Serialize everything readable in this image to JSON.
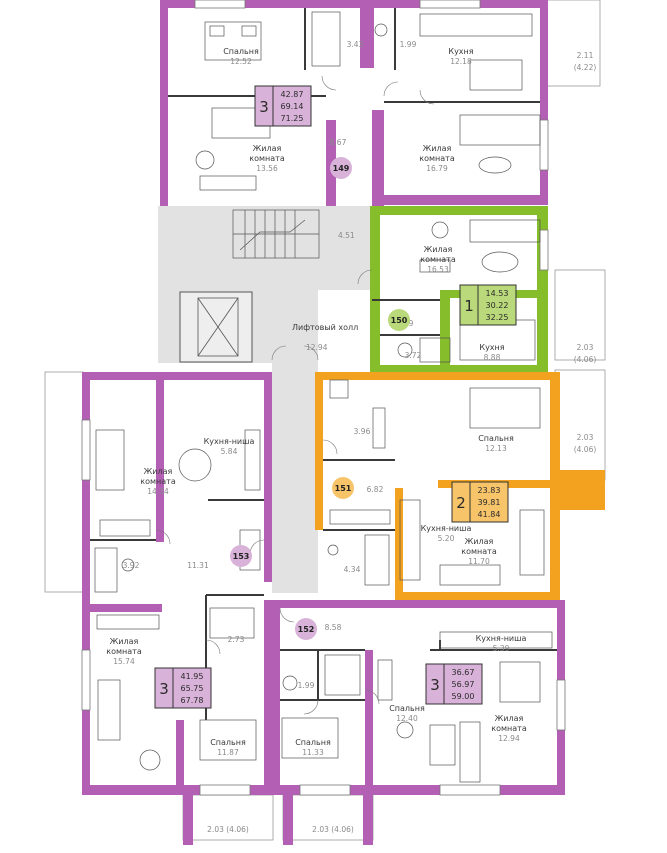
{
  "colors": {
    "apt_purple": "#b35fb4",
    "apt_green": "#86bd2a",
    "apt_orange": "#f2a21f",
    "common_gray": "#e2e2e2",
    "wall": "#3a3a3a",
    "apt_box_purple_fill": "#d8b2d8",
    "apt_box_green_fill": "#b9d97a",
    "apt_box_orange_fill": "#f7c46a"
  },
  "common": {
    "lift_hall_name": "Лифтовый холл",
    "lift_hall_area": "12.94",
    "stair_area": "4.51"
  },
  "apartments": [
    {
      "marker": "149",
      "rooms": "3",
      "areas": [
        "42.87",
        "69.14",
        "71.25"
      ],
      "spaces": [
        {
          "name": "Спальня",
          "area": "12.52"
        },
        {
          "name": "",
          "area": "3.43"
        },
        {
          "name": "",
          "area": "1.99"
        },
        {
          "name": "Кухня",
          "area": "12.18"
        },
        {
          "name": "",
          "area": "2.11"
        },
        {
          "name": "",
          "area": "(4.22)"
        },
        {
          "name": "",
          "area": "8.67"
        },
        {
          "name": "Жилая комната",
          "area": "13.56"
        },
        {
          "name": "Жилая комната",
          "area": "16.79"
        }
      ]
    },
    {
      "marker": "150",
      "rooms": "1",
      "areas": [
        "14.53",
        "30.22",
        "32.25"
      ],
      "spaces": [
        {
          "name": "Жилая комната",
          "area": "16.53"
        },
        {
          "name": "",
          "area": "3.09"
        },
        {
          "name": "",
          "area": "3.72"
        },
        {
          "name": "Кухня",
          "area": "8.88"
        },
        {
          "name": "",
          "area": "2.03"
        },
        {
          "name": "",
          "area": "(4.06)"
        }
      ]
    },
    {
      "marker": "151",
      "rooms": "2",
      "areas": [
        "23.83",
        "39.81",
        "41.84"
      ],
      "spaces": [
        {
          "name": "",
          "area": "3.96"
        },
        {
          "name": "Спальня",
          "area": "12.13"
        },
        {
          "name": "",
          "area": "2.03"
        },
        {
          "name": "",
          "area": "(4.06)"
        },
        {
          "name": "",
          "area": "6.82"
        },
        {
          "name": "Кухня-ниша",
          "area": "5.20"
        },
        {
          "name": "Жилая комната",
          "area": "11.70"
        },
        {
          "name": "",
          "area": "4.34"
        }
      ]
    },
    {
      "marker": "153",
      "rooms": "3",
      "areas": [
        "41.95",
        "65.75",
        "67.78"
      ],
      "spaces": [
        {
          "name": "Кухня-ниша",
          "area": "5.84"
        },
        {
          "name": "Жилая комната",
          "area": "14.34"
        },
        {
          "name": "",
          "area": "3.92"
        },
        {
          "name": "",
          "area": "11.31"
        },
        {
          "name": "Жилая комната",
          "area": "15.74"
        },
        {
          "name": "",
          "area": "2.73"
        },
        {
          "name": "Спальня",
          "area": "11.87"
        },
        {
          "name": "",
          "area": "2.03 (4.06)"
        }
      ]
    },
    {
      "marker": "152",
      "rooms": "3",
      "areas": [
        "36.67",
        "56.97",
        "59.00"
      ],
      "spaces": [
        {
          "name": "",
          "area": "8.58"
        },
        {
          "name": "Кухня-ниша",
          "area": "5.39"
        },
        {
          "name": "",
          "area": "1.99"
        },
        {
          "name": "Спальня",
          "area": "11.33"
        },
        {
          "name": "Спальня",
          "area": "12.40"
        },
        {
          "name": "Жилая комната",
          "area": "12.94"
        },
        {
          "name": "",
          "area": "2.03 (4.06)"
        }
      ]
    }
  ]
}
